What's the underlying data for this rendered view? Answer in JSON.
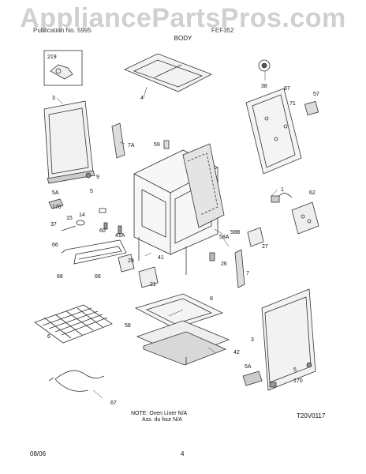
{
  "watermark": "AppliancePartsPros.com",
  "header": {
    "left_text": "Publication No. 5995",
    "right_text": "FEF352",
    "section_title": "BODY"
  },
  "callouts": {
    "c219": "219",
    "c3a": "3",
    "c4": "4",
    "c38": "38",
    "c87": "87",
    "c71": "71",
    "c57": "57",
    "c7a": "7A",
    "c59": "59",
    "c9": "9",
    "c5a_left": "5A",
    "c170_left": "170",
    "c14": "14",
    "c15": "15",
    "c37": "37",
    "c60": "60",
    "c41a": "41A",
    "c66a": "66",
    "c66b": "66",
    "c68": "68",
    "c1": "1",
    "c62": "62",
    "c58a": "58A",
    "c58b": "58B",
    "c27": "27",
    "c41": "41",
    "c29": "29",
    "c26": "26",
    "c7": "7",
    "c21": "21",
    "c8": "8",
    "c6": "6",
    "c58": "58",
    "c3b": "3",
    "c42": "42",
    "c67": "67",
    "c5a_right": "5A",
    "c5": "5",
    "c170_right": "170",
    "c5_left": "5"
  },
  "note": {
    "line1": "NOTE: Oven Liner N/A",
    "line2": "Ass. du four N/A"
  },
  "diagram_code": "T20V0117",
  "footer": {
    "date": "08/06",
    "page": "4"
  }
}
